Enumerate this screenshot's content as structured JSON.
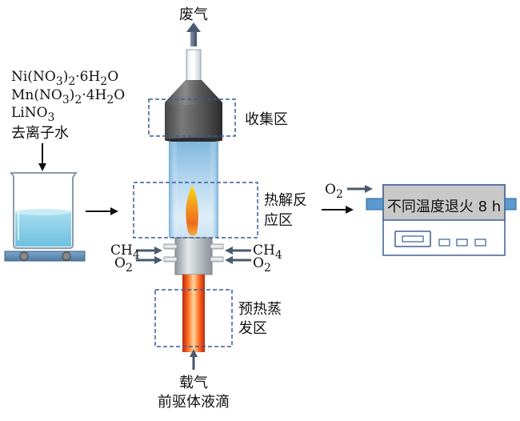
{
  "labels": {
    "exhaust": "废气",
    "collection_zone": "收集区",
    "pyrolysis_zone_line1": "热解反",
    "pyrolysis_zone_line2": "应区",
    "preheat_zone_line1": "预热蒸",
    "preheat_zone_line2": "发区",
    "carrier_gas": "载气",
    "precursor_droplets": "前驱体液滴",
    "deionized_water": "去离子水",
    "furnace_label": "不同温度退火 8 h"
  },
  "reagents": {
    "ni_nitrate": {
      "base": "Ni(NO",
      "sub1": "3",
      "mid": ")",
      "sub2": "2",
      "dot": "·6H",
      "sub3": "2",
      "tail": "O"
    },
    "mn_nitrate": {
      "base": "Mn(NO",
      "sub1": "3",
      "mid": ")",
      "sub2": "2",
      "dot": "·4H",
      "sub3": "2",
      "tail": "O"
    },
    "li_nitrate": {
      "base": "LiNO",
      "sub1": "3"
    }
  },
  "gases": {
    "ch4": {
      "base": "CH",
      "sub": "4"
    },
    "o2": {
      "base": "O",
      "sub": "2"
    }
  },
  "colors": {
    "zone_border": "#3a5a9a",
    "arrow_gray": "#5a6a80",
    "flame_orange": "#f08020",
    "flame_yellow": "#f8e020",
    "heater_red": "#e04018",
    "furnace_gray": "#c8c8c8",
    "furnace_blue": "#5a9ad0",
    "liquid_blue": "#8fd4ea"
  }
}
